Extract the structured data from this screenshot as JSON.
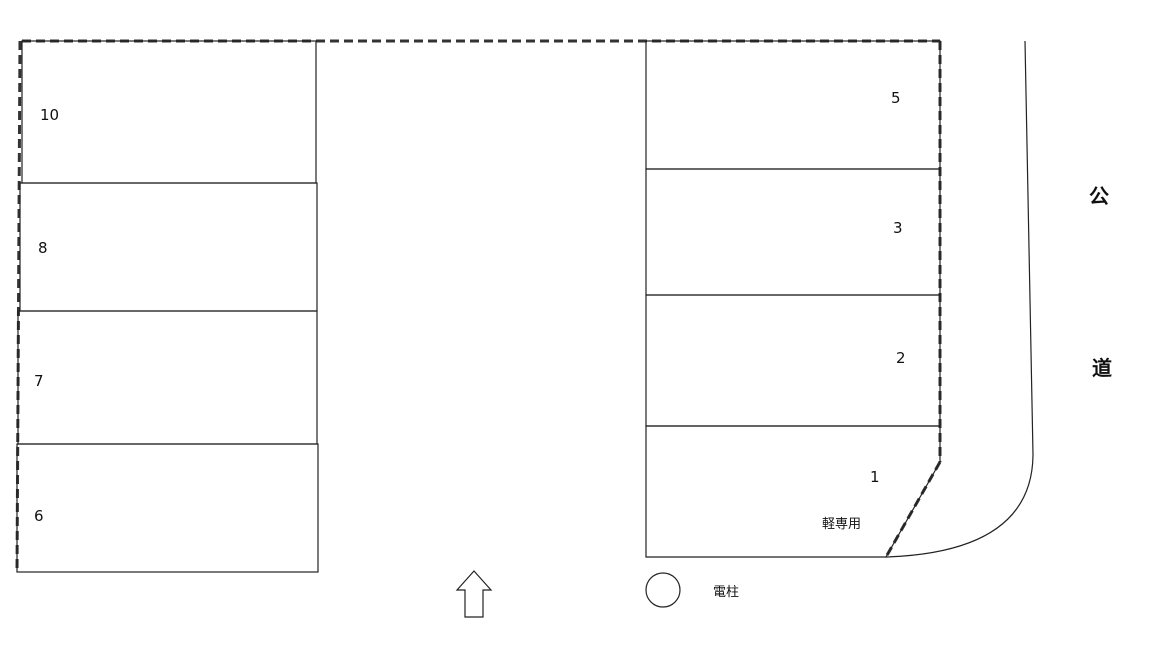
{
  "plan": {
    "spaces": [
      {
        "id": "space-10",
        "label": "10"
      },
      {
        "id": "space-8",
        "label": "8"
      },
      {
        "id": "space-7",
        "label": "7"
      },
      {
        "id": "space-6",
        "label": "6"
      },
      {
        "id": "space-5",
        "label": "5"
      },
      {
        "id": "space-3",
        "label": "3"
      },
      {
        "id": "space-2",
        "label": "2"
      },
      {
        "id": "space-1",
        "label": "1",
        "note": "軽専用"
      }
    ],
    "road_label": [
      "公",
      "道"
    ],
    "utility_pole_label": "電柱",
    "entrance_arrow": "up-arrow-icon"
  }
}
